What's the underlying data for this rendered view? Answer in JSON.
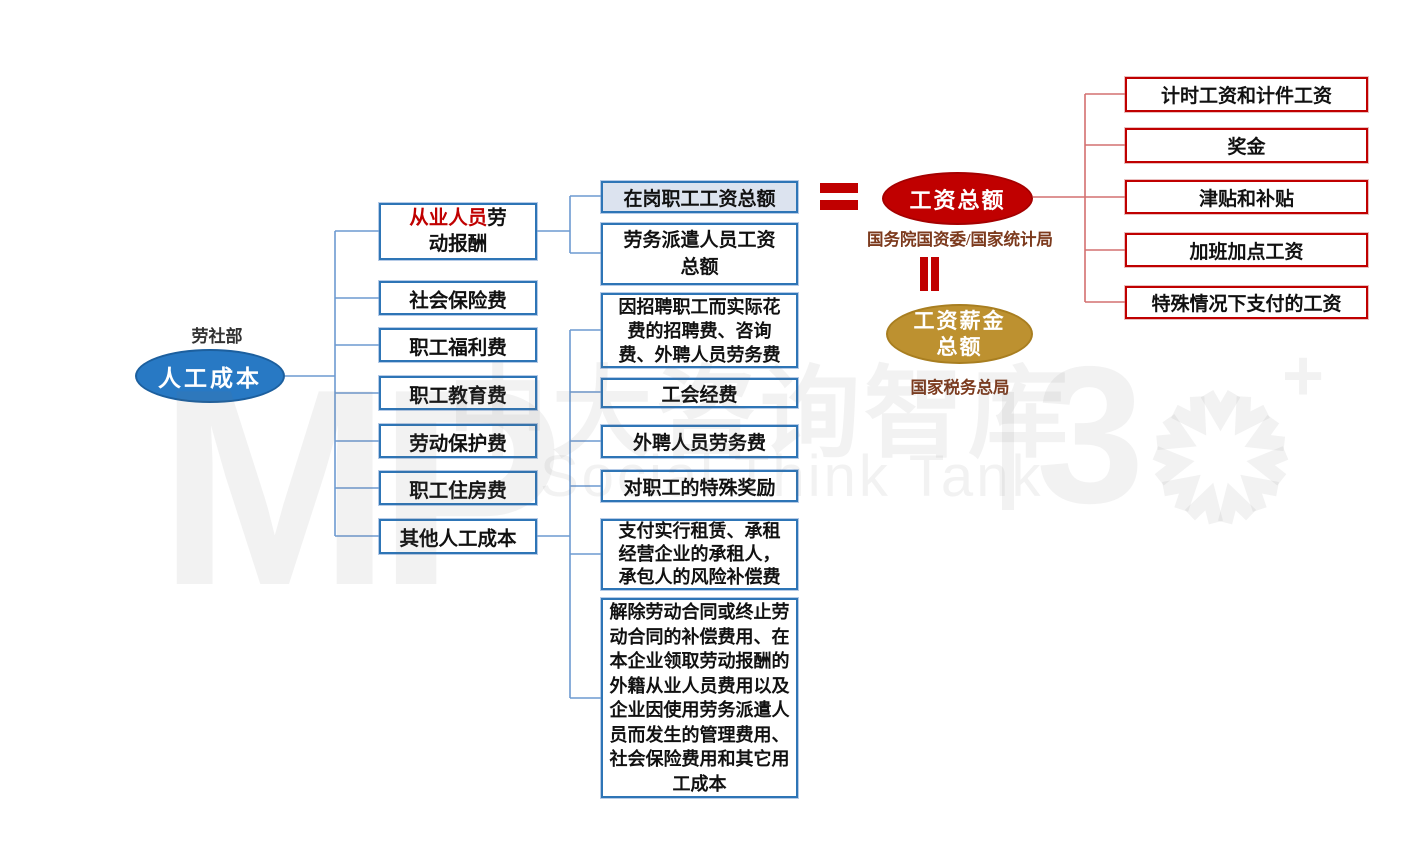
{
  "root": {
    "authority": "劳社部",
    "label": "人工成本"
  },
  "labor_cost_categories": [
    {
      "prefix": "从业人员",
      "suffix": "劳动报酬"
    },
    {
      "label": "社会保险费"
    },
    {
      "label": "职工福利费"
    },
    {
      "label": "职工教育费"
    },
    {
      "label": "劳动保护费"
    },
    {
      "label": "职工住房费"
    },
    {
      "label": "其他人工成本"
    }
  ],
  "compensation_items": [
    {
      "label": "在岗职工工资总额"
    },
    {
      "label": "劳务派遣人员工资总额"
    }
  ],
  "other_cost_items": [
    {
      "label": "因招聘职工而实际花费的招聘费、咨询费、外聘人员劳务费"
    },
    {
      "label": "工会经费"
    },
    {
      "label": "外聘人员劳务费"
    },
    {
      "label": "对职工的特殊奖励"
    },
    {
      "label": "支付实行租赁、承租经营企业的承租人，承包人的风险补偿费"
    },
    {
      "label": "解除劳动合同或终止劳动合同的补偿费用、在本企业领取劳动报酬的外籍从业人员费用以及企业因使用劳务派遣人员而发生的管理费用、社会保险费用和其它用工成本"
    }
  ],
  "wage_total": {
    "label": "工资总额",
    "authority": "国务院国资委/国家统计局"
  },
  "salary_total": {
    "label": "工资薪金总额",
    "authority": "国家税务总局"
  },
  "wage_components": [
    {
      "label": "计时工资和计件工资"
    },
    {
      "label": "奖金"
    },
    {
      "label": "津贴和补贴"
    },
    {
      "label": "加班加点工资"
    },
    {
      "label": "特殊情况下支付的工资"
    }
  ],
  "watermark": {
    "letters": "MP",
    "name_cn": "中大咨询智库",
    "name_en": "Social Think Tank",
    "anniversary_digit": "3",
    "plus": "+"
  },
  "colors": {
    "primary_blue": "#2879c4",
    "box_border_blue": "#2e75b6",
    "connector_blue": "#6d9ad0",
    "red": "#c00000",
    "connector_red": "#d37070",
    "gold": "#bd9130",
    "caption_brown": "#7c3a1d",
    "highlight_fill": "#dce3ef"
  }
}
